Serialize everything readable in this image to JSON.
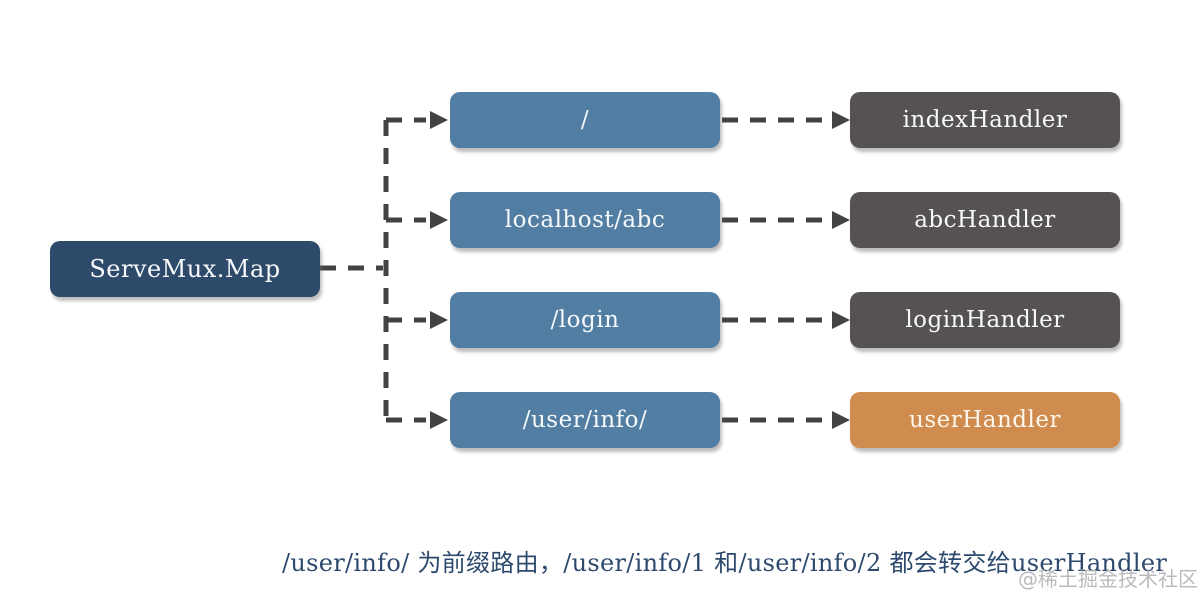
{
  "diagram": {
    "root_label": "ServeMux.Map",
    "rows": [
      {
        "path": "/",
        "handler": "indexHandler"
      },
      {
        "path": "localhost/abc",
        "handler": "abcHandler"
      },
      {
        "path": "/login",
        "handler": "loginHandler"
      },
      {
        "path": "/user/info/",
        "handler": "userHandler"
      }
    ],
    "colors": {
      "root_bg": "#2d4a6b",
      "path_bg": "#527ea3",
      "handler_bg": "#565253",
      "user_handler_bg": "#cf8c4e",
      "connector": "#454242",
      "box_text": "#f7f9fa",
      "caption_text": "#2d4a6e"
    }
  },
  "caption": "/user/info/ 为前缀路由，/user/info/1 和/user/info/2 都会转交给userHandler",
  "watermark": "@稀土掘金技术社区"
}
